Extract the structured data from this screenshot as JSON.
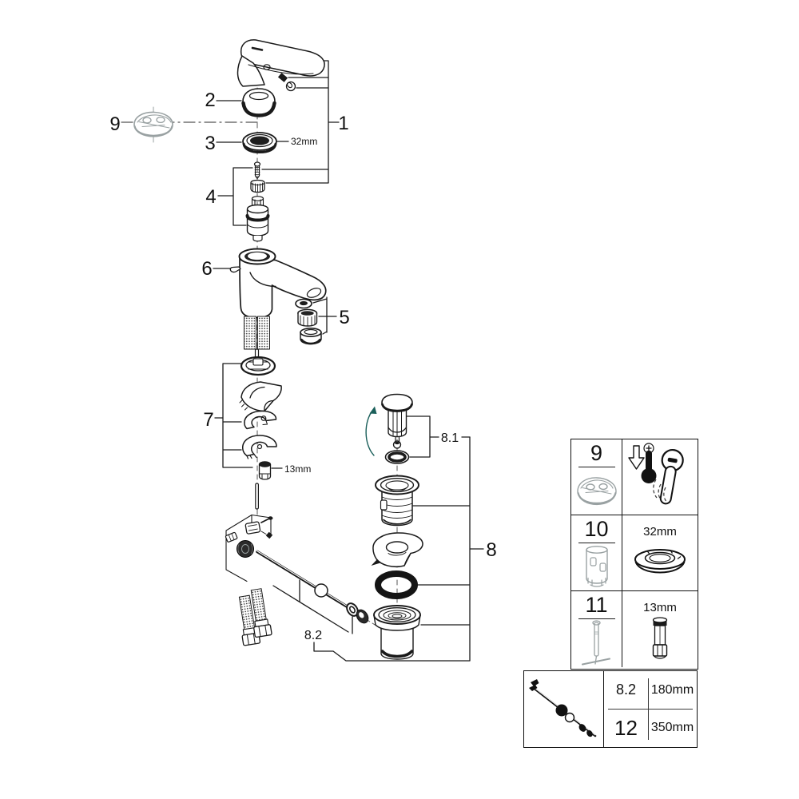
{
  "diagram": {
    "callouts": {
      "c1": "1",
      "c2": "2",
      "c3": "3",
      "c4": "4",
      "c5": "5",
      "c6": "6",
      "c7": "7",
      "c8": "8",
      "c9": "9",
      "c8_1": "8.1",
      "c8_2": "8.2"
    },
    "dims": {
      "d32": "32mm",
      "d13": "13mm"
    }
  },
  "tools_table": {
    "rows": [
      {
        "num": "9",
        "icon": "handle-cap",
        "right_icon": "temperature-limiter-handle"
      },
      {
        "num": "10",
        "icon": "cartridge-sleeve-tool",
        "dim": "32mm",
        "right_icon": "mounting-ring"
      },
      {
        "num": "11",
        "icon": "extension-rod-tool",
        "dim": "13mm",
        "right_icon": "socket-adapter"
      }
    ]
  },
  "lengths_table": {
    "icon": "pop-up-rod-assembly",
    "rows": [
      {
        "ref": "8.2",
        "length": "180mm"
      },
      {
        "ref": "12",
        "length": "350mm"
      }
    ]
  },
  "colors": {
    "line": "#1a1a1a",
    "gray_part": "#99a1a2",
    "accent_teal": "#1a5f5a"
  }
}
